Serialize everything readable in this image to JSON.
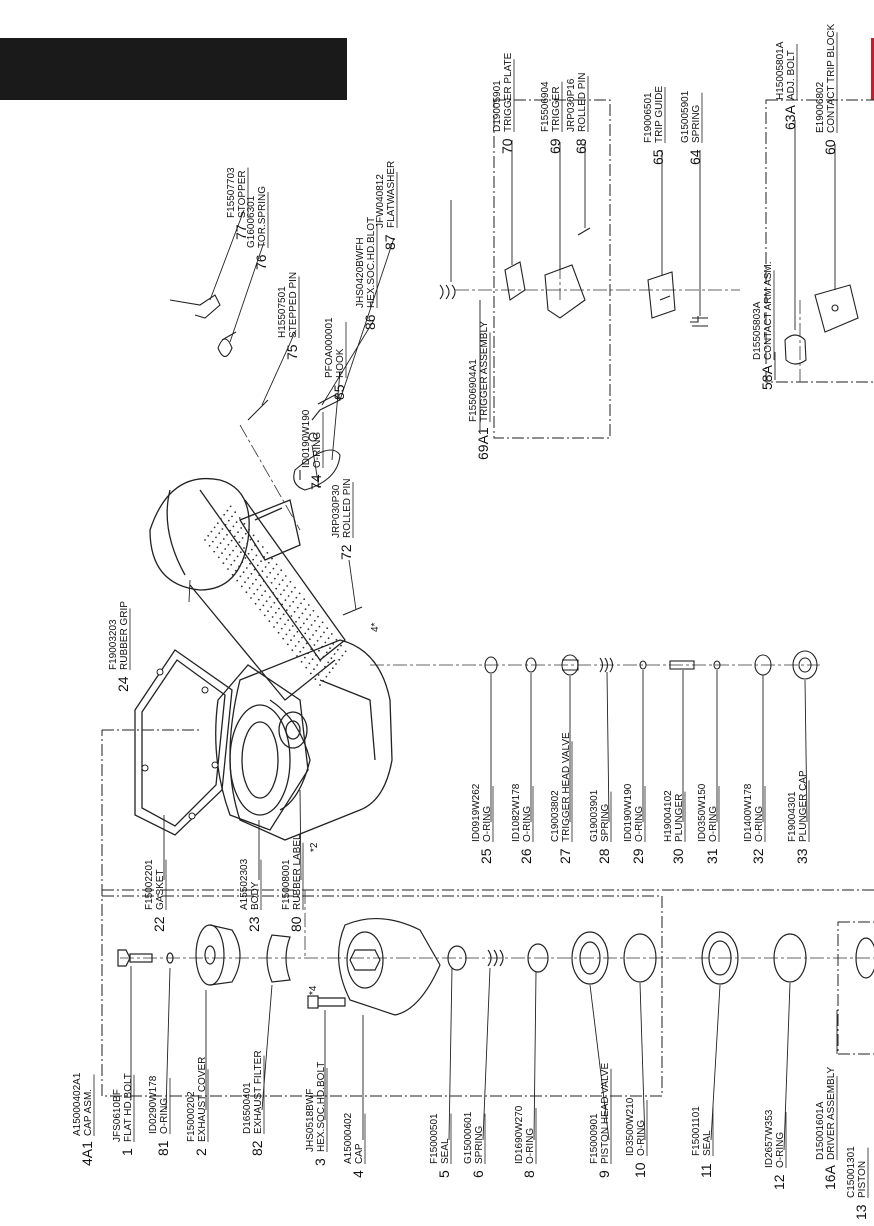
{
  "colors": {
    "ink": "#111111",
    "title_bar": "#1a1a1a",
    "accent_edge": "#c0202a"
  },
  "parts": [
    {
      "no": "4A1",
      "code": "A15000402A1",
      "desc": "CAP ASM."
    },
    {
      "no": "1",
      "code": "JFS0610BF",
      "desc": "FLAT HD.BOLT"
    },
    {
      "no": "81",
      "code": "ID0290W178",
      "desc": "O-RING"
    },
    {
      "no": "2",
      "code": "F15000202",
      "desc": "EXHAUST COVER"
    },
    {
      "no": "82",
      "code": "D16500401",
      "desc": "EXHAUST FILTER"
    },
    {
      "no": "3",
      "code": "JHS0518BWF",
      "desc": "HEX.SOC.HD.BOLT"
    },
    {
      "no": "4",
      "code": "A15000402",
      "desc": "CAP"
    },
    {
      "no": "5",
      "code": "F15000501",
      "desc": "SEAL"
    },
    {
      "no": "6",
      "code": "G15000601",
      "desc": "SPRING"
    },
    {
      "no": "8",
      "code": "ID1690W270",
      "desc": "O-RING"
    },
    {
      "no": "9",
      "code": "F15000901",
      "desc": "PISTON HEAD VALVE"
    },
    {
      "no": "10",
      "code": "ID3500W210",
      "desc": "O-RING"
    },
    {
      "no": "11",
      "code": "F15001101",
      "desc": "SEAL"
    },
    {
      "no": "12",
      "code": "ID2657W353",
      "desc": "O-RING"
    },
    {
      "no": "16A",
      "code": "D15001601A",
      "desc": "DRIVER ASSEMBLY"
    },
    {
      "no": "22",
      "code": "F15002201",
      "desc": "GASKET"
    },
    {
      "no": "23",
      "code": "A15502303",
      "desc": "BODY"
    },
    {
      "no": "80",
      "code": "F15008001",
      "desc": "RUBBER LABEL"
    },
    {
      "no": "24",
      "code": "F19003203",
      "desc": "RUBBER GRIP"
    },
    {
      "no": "25",
      "code": "ID0919W262",
      "desc": "O-RING"
    },
    {
      "no": "26",
      "code": "ID1082W178",
      "desc": "O-RING"
    },
    {
      "no": "27",
      "code": "C19003802",
      "desc": "TRIGGER HEAD VALVE"
    },
    {
      "no": "28",
      "code": "G19003901",
      "desc": "SPRING"
    },
    {
      "no": "29",
      "code": "ID0190W190",
      "desc": "O-RING"
    },
    {
      "no": "30",
      "code": "H19004102",
      "desc": "PLUNGER"
    },
    {
      "no": "31",
      "code": "ID0350W150",
      "desc": "O-RING"
    },
    {
      "no": "32",
      "code": "ID1400W178",
      "desc": "O-RING"
    },
    {
      "no": "33",
      "code": "F19004301",
      "desc": "PLUNGER CAP"
    },
    {
      "no": "72",
      "code": "JRP030P30",
      "desc": "ROLLED PIN"
    },
    {
      "no": "74",
      "code": "ID0190W190",
      "desc": "O-RING"
    },
    {
      "no": "85",
      "code": "PFOA000001",
      "desc": "HOOK"
    },
    {
      "no": "86",
      "code": "JHS0420BWFH",
      "desc": "HEX.SOC.HD.BLOT"
    },
    {
      "no": "87",
      "code": "JFW040812",
      "desc": "FLATWASHER"
    },
    {
      "no": "75",
      "code": "H15507501",
      "desc": "STEPPED PIN"
    },
    {
      "no": "76",
      "code": "G16006301",
      "desc": "TOR.SPRING"
    },
    {
      "no": "77",
      "code": "F15507703",
      "desc": "STOPPER"
    },
    {
      "no": "69A1",
      "code": "F15506904A1",
      "desc": "TRIGGER ASSEMBLY"
    },
    {
      "no": "70",
      "code": "D19005901",
      "desc": "TRIGGER PLATE"
    },
    {
      "no": "69",
      "code": "F15506904",
      "desc": "TRIGGER"
    },
    {
      "no": "68",
      "code": "JRP030P16",
      "desc": "ROLLED PIN"
    },
    {
      "no": "65",
      "code": "F19006501",
      "desc": "TRIP GUIDE"
    },
    {
      "no": "64",
      "code": "G15005901",
      "desc": "SPRING"
    },
    {
      "no": "58A",
      "code": "D15505803A",
      "desc": "CONTACT ARM ASM."
    },
    {
      "no": "63A",
      "code": "H15005801A",
      "desc": "ADJ. BOLT"
    },
    {
      "no": "60",
      "code": "E19006802",
      "desc": "CONTACT TRIP BLOCK"
    },
    {
      "no": "13",
      "code": "C15001301",
      "desc": "PISTON"
    }
  ],
  "notes": {
    "qty_4": "*4",
    "qty_2": "*2",
    "qty_4_pin": "4*",
    "qty_4_bolt": "*4"
  }
}
